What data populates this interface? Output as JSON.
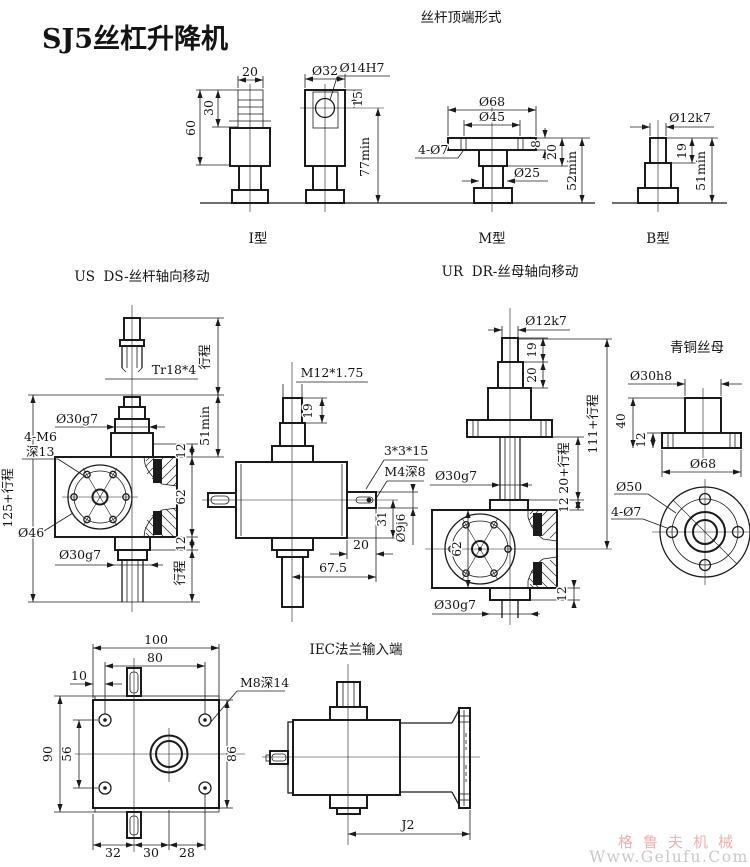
{
  "colors": {
    "line": "#1b1b1b",
    "watermark_brand": "#efb2b2",
    "watermark_url": "#c9c9c9"
  },
  "title": "SJ5丝杠升降机",
  "top": {
    "header": "丝杆顶端形式",
    "i": {
      "label": "I型",
      "d20": "20",
      "d30": "30",
      "d60": "60",
      "d32": "Ø32",
      "d14": "Ø14H7",
      "d15": "15",
      "d77": "77min"
    },
    "m": {
      "label": "M型",
      "d68": "Ø68",
      "d45": "Ø45",
      "holes": "4-Ø7",
      "d25": "Ø25",
      "t8": "8",
      "t20": "20",
      "t52": "52min"
    },
    "b": {
      "label": "B型",
      "d12": "Ø12k7",
      "t19": "19",
      "t51": "51min"
    }
  },
  "us": {
    "header": "US  DS-丝杆轴向移动",
    "tr": "Tr18*4",
    "stroke_top": "行程",
    "d30_top": "Ø30g7",
    "bolt": "4-M6",
    "bolt_depth": "深13",
    "d46": "Ø46",
    "h51": "51min",
    "t12_top": "12",
    "h62": "62",
    "t12_bot": "12",
    "d30_bot": "Ø30g7",
    "stroke_bot": "行程",
    "total": "125+行程"
  },
  "center": {
    "m12": "M12*1.75",
    "h19": "19",
    "key": "3*3*15",
    "m4": "M4深8",
    "l31": "31",
    "d9": "Ø9j6",
    "l20": "20",
    "l67": "67.5"
  },
  "ur": {
    "header": "UR  DR-丝母轴向移动",
    "d12": "Ø12k7",
    "h19": "19",
    "h20": "20",
    "total": "111+行程",
    "stroke": "20+行程",
    "t12_top": "12",
    "d30_top": "Ø30g7",
    "h62": "62",
    "t12_bot": "12",
    "d30_bot": "Ø30g7"
  },
  "nut": {
    "header": "青铜丝母",
    "d30": "Ø30h8",
    "h40": "40",
    "t12": "12",
    "d68": "Ø68",
    "d50": "Ø50",
    "holes": "4-Ø7"
  },
  "bottom": {
    "w100": "100",
    "w80": "80",
    "w10": "10",
    "m8": "M8深14",
    "h90": "90",
    "h56": "56",
    "h86": "86",
    "s32": "32",
    "s30": "30",
    "s28": "28"
  },
  "iec": {
    "header": "IEC法兰输入端",
    "j2": "J2"
  },
  "watermark": {
    "brand": "格鲁夫机械",
    "url": "Www.Gelufu.Com"
  }
}
